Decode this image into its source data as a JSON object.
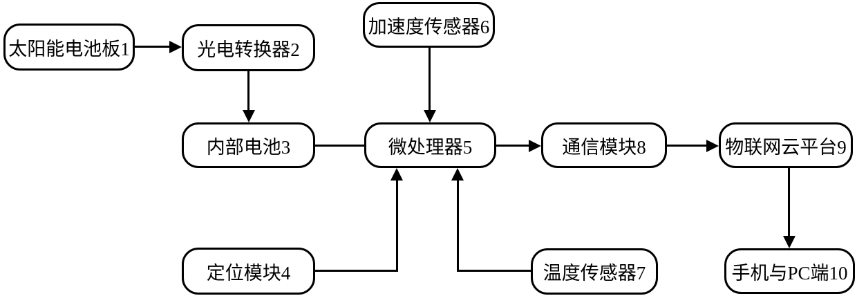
{
  "diagram": {
    "type": "flowchart",
    "nodes": {
      "solar_panel": {
        "label": "太阳能电池板1"
      },
      "photoelectric_converter": {
        "label": "光电转换器2"
      },
      "internal_battery": {
        "label": "内部电池3"
      },
      "positioning_module": {
        "label": "定位模块4"
      },
      "microprocessor": {
        "label": "微处理器5"
      },
      "acceleration_sensor": {
        "label": "加速度传感器6"
      },
      "temperature_sensor": {
        "label": "温度传感器7"
      },
      "communication_module": {
        "label": "通信模块8"
      },
      "iot_cloud_platform": {
        "label": "物联网云平台9"
      },
      "phone_and_pc": {
        "label": "手机与PC端10"
      }
    },
    "edges": [
      {
        "from": "太阳能电池板1",
        "to": "光电转换器2",
        "style": "arrow",
        "direction": "right"
      },
      {
        "from": "光电转换器2",
        "to": "内部电池3",
        "style": "arrow",
        "direction": "down"
      },
      {
        "from": "内部电池3",
        "to": "微处理器5",
        "style": "plain-line",
        "direction": "right"
      },
      {
        "from": "加速度传感器6",
        "to": "微处理器5",
        "style": "arrow",
        "direction": "down"
      },
      {
        "from": "定位模块4",
        "to": "微处理器5",
        "style": "arrow",
        "direction": "right-then-up"
      },
      {
        "from": "温度传感器7",
        "to": "微处理器5",
        "style": "arrow",
        "direction": "left-then-up"
      },
      {
        "from": "微处理器5",
        "to": "通信模块8",
        "style": "arrow",
        "direction": "right"
      },
      {
        "from": "通信模块8",
        "to": "物联网云平台9",
        "style": "arrow",
        "direction": "right"
      },
      {
        "from": "物联网云平台9",
        "to": "手机与PC端10",
        "style": "arrow",
        "direction": "down"
      }
    ],
    "colors": {
      "line": "#000000",
      "box_border": "#000000",
      "box_fill": "#ffffff",
      "background": "#ffffff",
      "text": "#000000"
    }
  }
}
